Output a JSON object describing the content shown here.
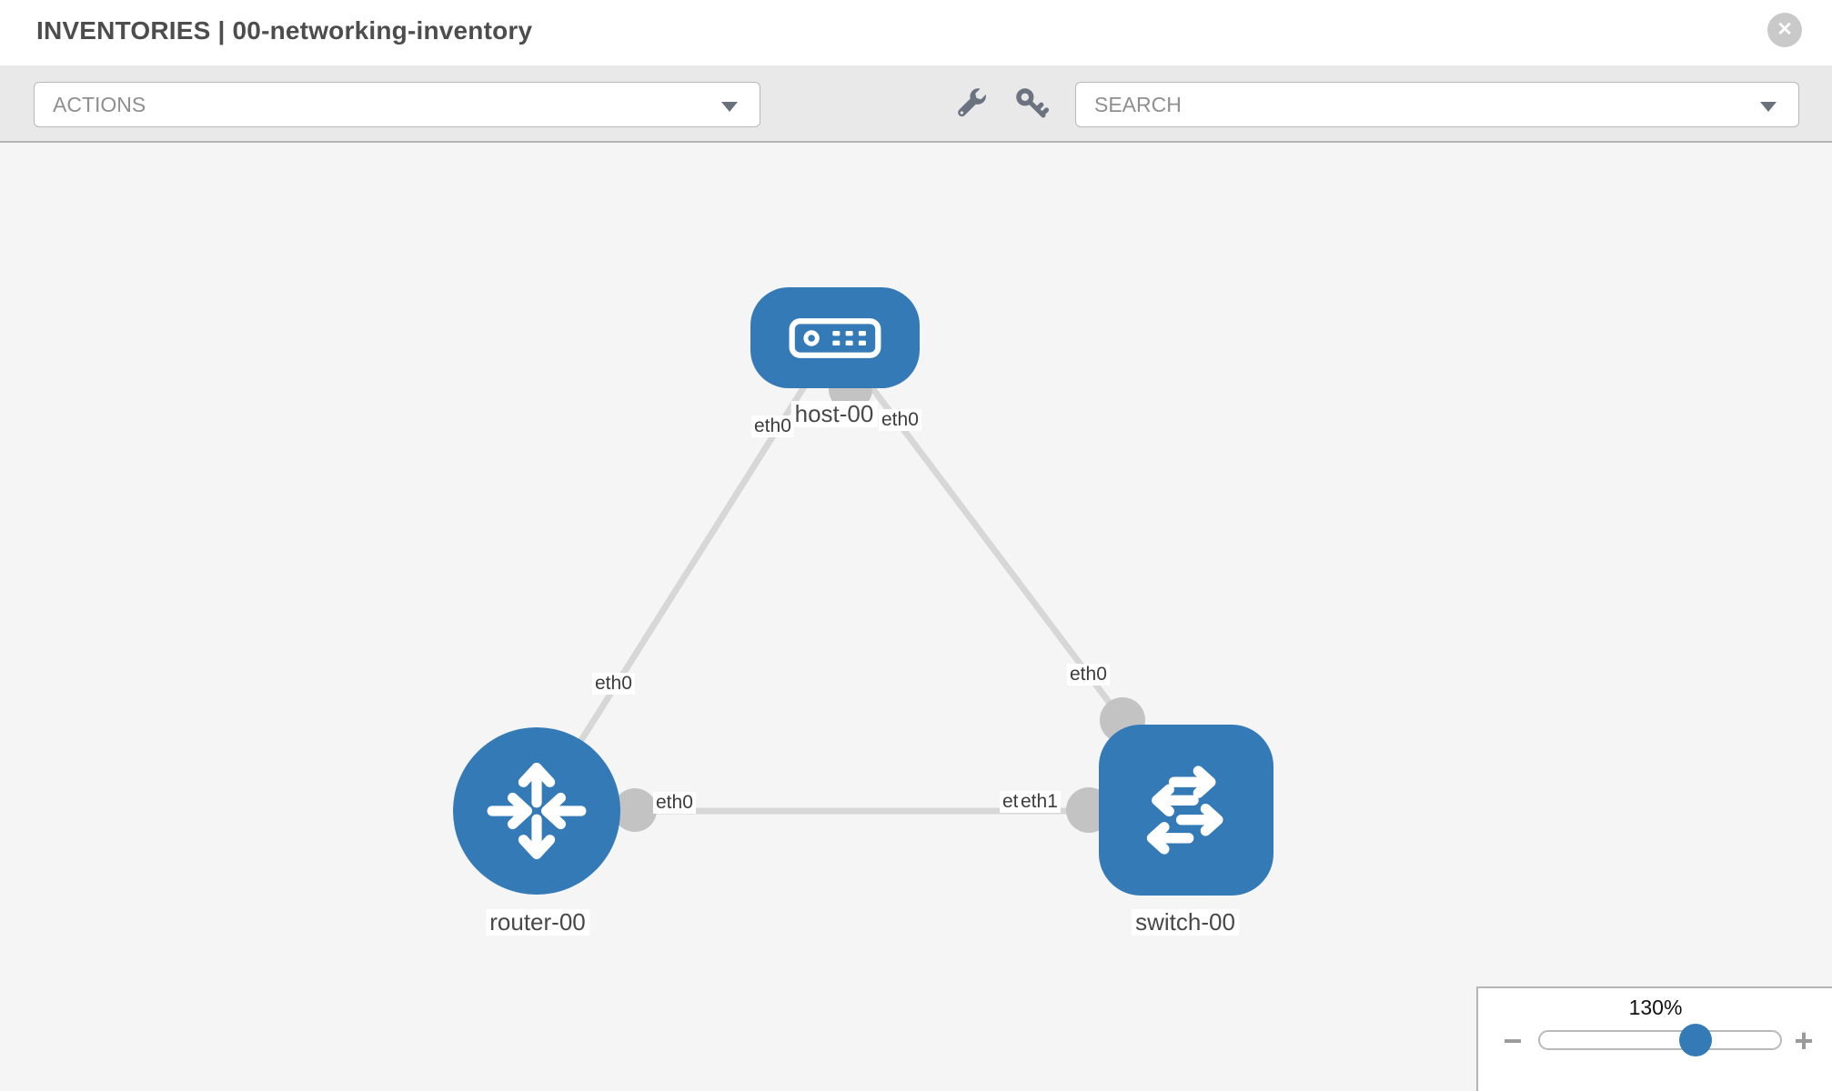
{
  "header": {
    "title_prefix": "INVENTORIES",
    "title_separator": "|",
    "inventory_name": "00-networking-inventory",
    "close_glyph": "✕"
  },
  "toolbar": {
    "actions_label": "ACTIONS",
    "search_label": "SEARCH",
    "icons": [
      "wrench-icon",
      "key-icon"
    ]
  },
  "zoom_control": {
    "level": "130%",
    "minus_glyph": "−",
    "plus_glyph": "+"
  },
  "colors": {
    "node_blue": "#337ab7",
    "edge_gray": "#d7d7d7",
    "port_gray": "#c3c3c3",
    "canvas_bg": "#f5f5f5",
    "toolbar_bg": "#e9e9e9"
  },
  "topology": {
    "nodes": [
      {
        "id": "host-00",
        "type": "host",
        "label": "host-00",
        "icon": "server-icon"
      },
      {
        "id": "router-00",
        "type": "router",
        "label": "router-00",
        "icon": "router-arrows-icon"
      },
      {
        "id": "switch-00",
        "type": "switch",
        "label": "switch-00",
        "icon": "switch-arrows-icon"
      }
    ],
    "links": [
      {
        "from": "router-00",
        "to": "host-00"
      },
      {
        "from": "host-00",
        "to": "switch-00"
      },
      {
        "from": "router-00",
        "to": "switch-00"
      }
    ],
    "interface_labels": [
      {
        "link": "router-00/host-00",
        "end": "router-00",
        "text": "eth0"
      },
      {
        "link": "router-00/host-00",
        "end": "host-00",
        "text": "eth0"
      },
      {
        "link": "host-00/switch-00",
        "end": "host-00",
        "text": "eth0"
      },
      {
        "link": "host-00/switch-00",
        "end": "switch-00",
        "text": "eth0"
      },
      {
        "link": "router-00/switch-00",
        "end": "router-00",
        "text": "eth0"
      },
      {
        "link": "router-00/switch-00",
        "end": "switch-00",
        "text": "eth0"
      },
      {
        "link": "router-00/switch-00",
        "end": "switch-00",
        "text": "eth1"
      }
    ]
  }
}
